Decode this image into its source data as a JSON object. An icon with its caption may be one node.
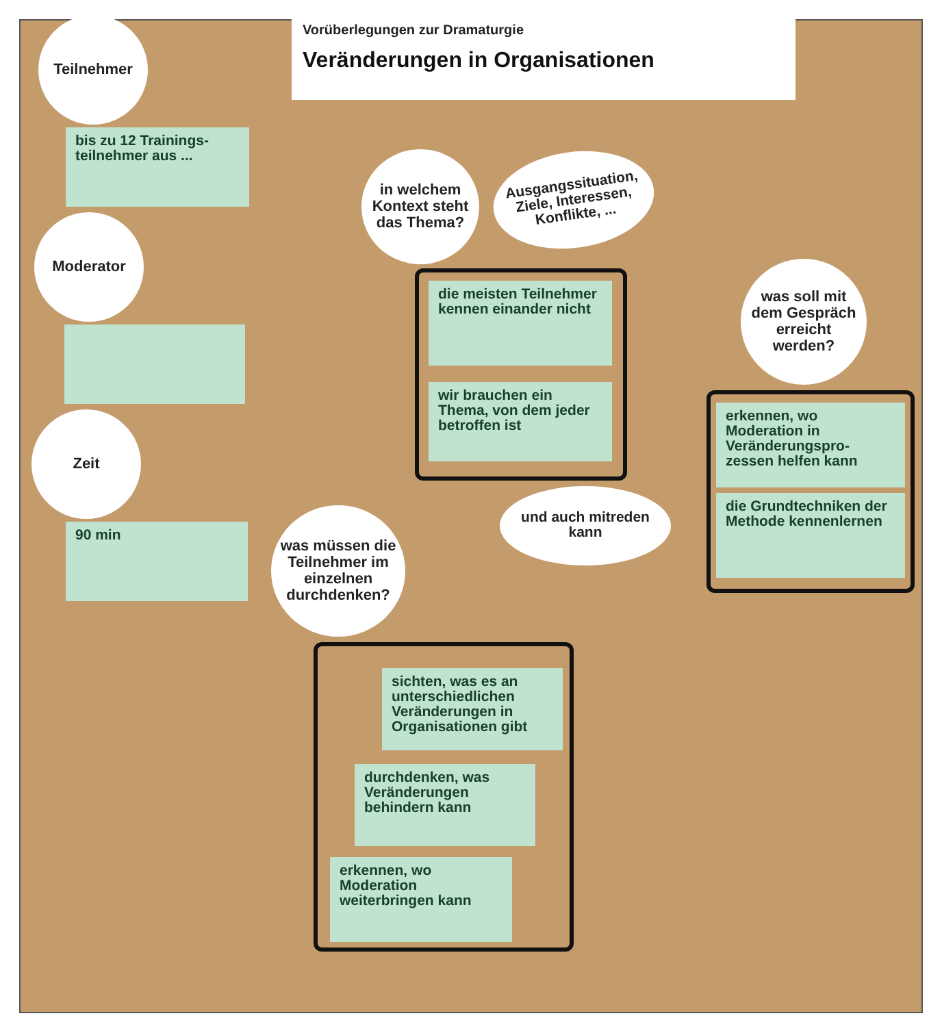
{
  "diagram": {
    "nodes": [
      {
        "text": [
          "Vorüberlegungen zur Dramaturgie",
          "Veränderungen in Organisationen"
        ]
      },
      {
        "text": [
          "Teilnehmer"
        ]
      },
      {
        "text": [
          "bis zu 12 Trainings- teilnehmer aus ..."
        ]
      },
      {
        "text": [
          "Moderator"
        ]
      },
      {
        "text": [],
        "shape": "box"
      },
      {
        "text": [
          "Zeit"
        ]
      },
      {
        "text": [
          "90 min"
        ]
      },
      {
        "text": [
          "in welchem Kontext steht das Thema?"
        ]
      },
      {
        "text": [
          "Ausgangssituation, Ziele, Interessen, Konflikte, ..."
        ]
      },
      {
        "text": [],
        "shape": "box"
      },
      {
        "text": [
          "die meisten Teilnehmer kennen einander nicht"
        ],
        "in": 9
      },
      {
        "text": [
          "wir brauchen ein Thema, von dem jeder betroffen ist"
        ],
        "in": 9
      },
      {
        "text": [
          "und auch mitreden kann"
        ]
      },
      {
        "text": [
          "was soll mit dem Gespräch erreicht werden?"
        ]
      },
      {
        "text": [],
        "shape": "box"
      },
      {
        "text": [
          "erkennen, wo Moderation in Veränderungspro- zessen helfen kann"
        ],
        "in": 14
      },
      {
        "text": [
          "die Grundtechniken der Methode kennenlernen"
        ],
        "in": 14
      },
      {
        "text": [
          "was müssen die Teilnehmer im einzelnen durchdenken?"
        ]
      },
      {
        "text": [],
        "shape": "box"
      },
      {
        "text": [
          "sichten, was es an unterschiedlichen Veränderungen in Organisationen gibt"
        ],
        "in": 18
      },
      {
        "text": [
          "durchdenken, was Veränderungen behindern kann"
        ],
        "in": 18
      },
      {
        "text": [
          "erkennen, wo Moderation weiterbringen kann"
        ],
        "in": 18
      }
    ]
  }
}
